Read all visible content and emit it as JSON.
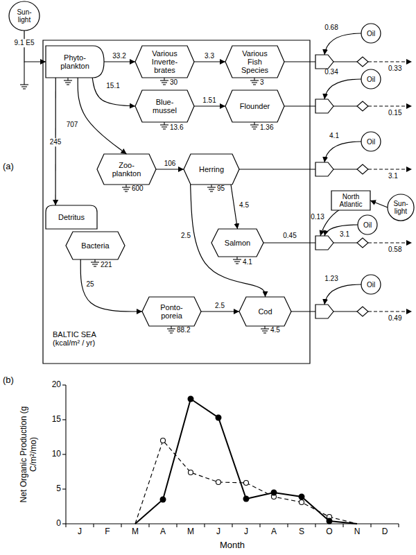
{
  "diagram": {
    "nodes": [
      {
        "text": [
          "Sun- light"
        ]
      },
      {
        "text": [
          "BALTIC SEA (kcal/m² / yr)"
        ]
      },
      {
        "text": [
          "Phyto- plankton"
        ],
        "in": 1
      },
      {
        "text": [
          "Various Inverte- brates"
        ],
        "in": 1
      },
      {
        "text": [
          "Various Fish Species"
        ],
        "in": 1
      },
      {
        "text": [
          "Blue- mussel"
        ],
        "in": 1
      },
      {
        "text": [
          "Flounder"
        ],
        "in": 1
      },
      {
        "text": [
          "Zoo- plankton"
        ],
        "in": 1
      },
      {
        "text": [
          "Herring"
        ],
        "in": 1
      },
      {
        "text": [
          "Detritus"
        ],
        "in": 1
      },
      {
        "text": [
          "Bacteria"
        ],
        "in": 1
      },
      {
        "text": [
          "Salmon"
        ],
        "in": 1
      },
      {
        "text": [
          "Ponto- poreia"
        ],
        "in": 1
      },
      {
        "text": [
          "Cod"
        ],
        "in": 1
      },
      {
        "text": [
          "Oil"
        ]
      },
      {
        "text": [
          "Oil"
        ]
      },
      {
        "text": [
          "Oil"
        ]
      },
      {
        "text": [
          "Sun- light"
        ]
      },
      {
        "text": [
          "North Atlantic"
        ]
      },
      {
        "text": [
          "Oil"
        ]
      },
      {
        "text": [
          "Oil"
        ]
      }
    ],
    "edges": [
      {
        "from": 0,
        "to": 2,
        "label": "9.1 E5",
        "arrow": "to"
      },
      {
        "from": 2,
        "to": 3,
        "label": "33.2",
        "arrow": "to"
      },
      {
        "from": 3,
        "to": 4,
        "label": "3.3",
        "arrow": "to"
      },
      {
        "from": 2,
        "to": 5,
        "label": "15.1",
        "arrow": "to"
      },
      {
        "from": 5,
        "to": 6,
        "label": "1.51",
        "arrow": "to"
      },
      {
        "from": 2,
        "to": 7,
        "label": "707",
        "arrow": "to"
      },
      {
        "from": 2,
        "to": 9,
        "label": "245",
        "arrow": "to"
      },
      {
        "from": 7,
        "to": 8,
        "label": "106",
        "arrow": "to"
      },
      {
        "from": 8,
        "to": 11,
        "label": "4.5",
        "arrow": "to"
      },
      {
        "from": 8,
        "to": 13,
        "label": "2.5",
        "arrow": "to"
      },
      {
        "from": 10,
        "to": 12,
        "label": "25",
        "arrow": "to"
      },
      {
        "from": 12,
        "to": 13,
        "label": "2.5",
        "arrow": "to"
      },
      {
        "from": 17,
        "to": 18,
        "arrow": "to"
      }
    ],
    "labels": [
      "(a)",
      "0.68",
      "0.33",
      "30",
      "3",
      "0.34",
      "0.15",
      "13.6",
      "1.36",
      "4.1",
      "3.1",
      "600",
      "95",
      "0.13",
      "3.1",
      "0.45",
      "4.1",
      "221",
      "0.58",
      "1.23",
      "0.49",
      "88.2",
      "4.5",
      "(b)",
      "20",
      "15",
      "10",
      "5",
      "0",
      "Net Organic Production (g C/m²/mo)",
      "J",
      "F",
      "M",
      "A",
      "M",
      "J",
      "J",
      "A",
      "S",
      "O",
      "N",
      "D",
      "Month"
    ]
  }
}
